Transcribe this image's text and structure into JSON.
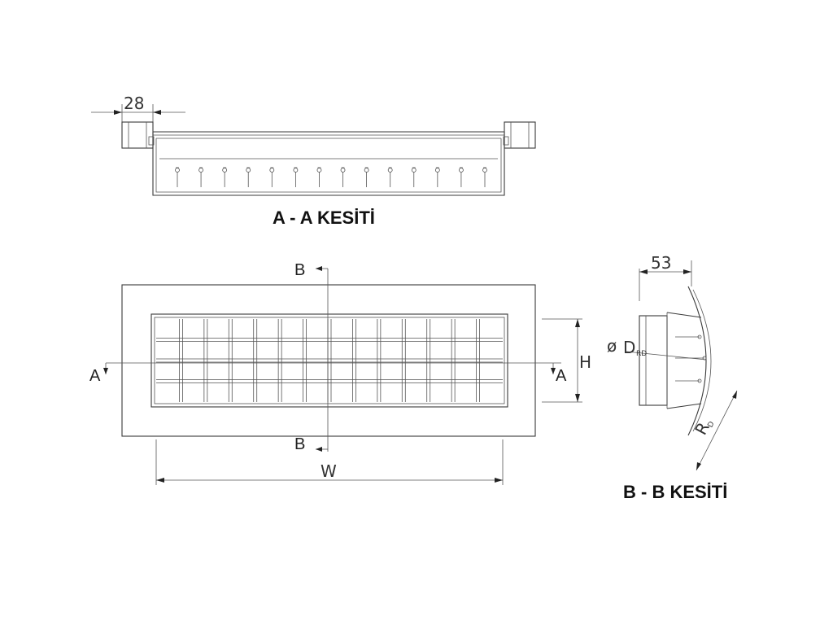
{
  "section_aa": {
    "dim_top": "28",
    "title": "A - A KESİTİ",
    "fin_count": 14
  },
  "front_view": {
    "cut_b_top": "B",
    "cut_b_bottom": "B",
    "cut_a_left": "A",
    "cut_a_right": "A",
    "dim_height": "H",
    "dim_width": "W",
    "grid_columns": 14,
    "grid_rows": 4
  },
  "section_bb": {
    "dim_top": "53",
    "diameter_symbol": "ø",
    "diameter_label": "D",
    "diameter_subscript": "RD",
    "radius_label": "R",
    "radius_subscript": "D",
    "title": "B - B KESİTİ"
  }
}
